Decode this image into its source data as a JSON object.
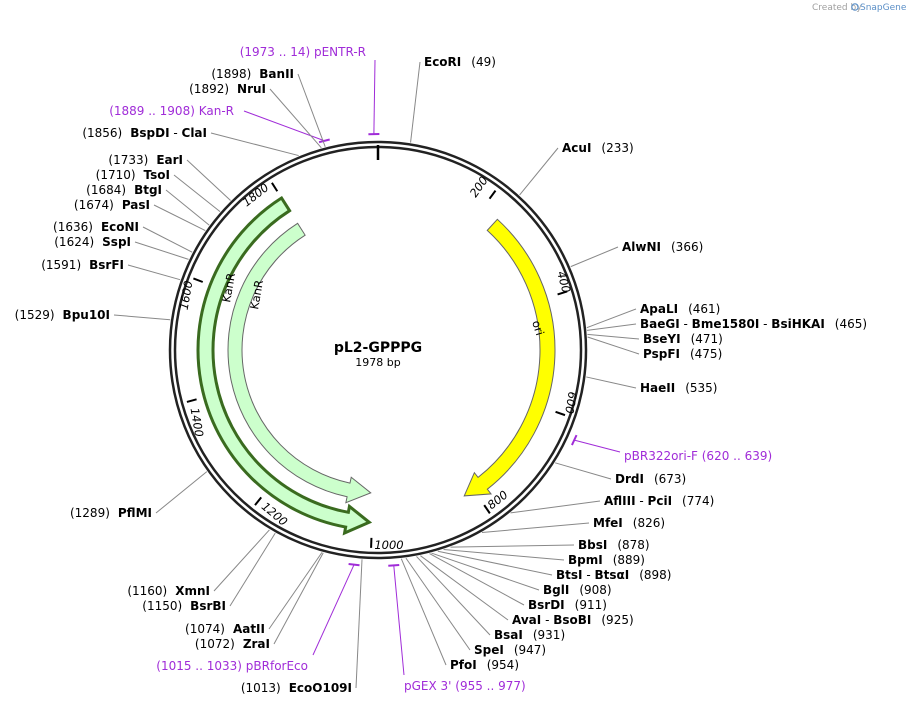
{
  "plasmid": {
    "name": "pL2-GPPPG",
    "length_label": "1978 bp"
  },
  "credit": {
    "prefix": "Created by",
    "brand": "SnapGene"
  },
  "backbone": {
    "total_bp": 1978,
    "tick_labels": [
      "200",
      "400",
      "600",
      "800",
      "1000",
      "1200",
      "1400",
      "1600",
      "1800"
    ]
  },
  "features": [
    {
      "label": "ori",
      "start": 233,
      "end": 821,
      "color": "#ffff00"
    },
    {
      "label": "KanR",
      "start": 1005,
      "end": 1800,
      "color": "#ccffcc",
      "selected": true
    },
    {
      "label": "KanR",
      "start": 1005,
      "end": 1800,
      "color": "#ccffcc"
    }
  ],
  "enzymes": [
    {
      "name": "EcoRI",
      "pos": "(49)",
      "bp": 49
    },
    {
      "name": "AcuI",
      "pos": "(233)",
      "bp": 233
    },
    {
      "name": "AlwNI",
      "pos": "(366)",
      "bp": 366
    },
    {
      "name": "ApaLI",
      "pos": "(461)",
      "bp": 461
    },
    {
      "name": "BaeGI",
      "extra": [
        "Bme1580I",
        "BsiHKAI"
      ],
      "pos": "(465)",
      "bp": 465
    },
    {
      "name": "BseYI",
      "pos": "(471)",
      "bp": 471
    },
    {
      "name": "PspFI",
      "pos": "(475)",
      "bp": 475
    },
    {
      "name": "HaeII",
      "pos": "(535)",
      "bp": 535
    },
    {
      "name": "DrdI",
      "pos": "(673)",
      "bp": 673
    },
    {
      "name": "AflIII",
      "extra": [
        "PciI"
      ],
      "pos": "(774)",
      "bp": 774
    },
    {
      "name": "MfeI",
      "pos": "(826)",
      "bp": 826
    },
    {
      "name": "BbsI",
      "pos": "(878)",
      "bp": 878
    },
    {
      "name": "BpmI",
      "pos": "(889)",
      "bp": 889
    },
    {
      "name": "BtsI",
      "extra": [
        "BtsαI"
      ],
      "pos": "(898)",
      "bp": 898
    },
    {
      "name": "BglI",
      "pos": "(908)",
      "bp": 908
    },
    {
      "name": "BsrDI",
      "pos": "(911)",
      "bp": 911
    },
    {
      "name": "AvaI",
      "extra": [
        "BsoBI"
      ],
      "pos": "(925)",
      "bp": 925
    },
    {
      "name": "BsaI",
      "pos": "(931)",
      "bp": 931
    },
    {
      "name": "SpeI",
      "pos": "(947)",
      "bp": 947
    },
    {
      "name": "PfoI",
      "pos": "(954)",
      "bp": 954
    },
    {
      "name": "EcoO109I",
      "pos": "(1013)",
      "bp": 1013
    },
    {
      "name": "ZraI",
      "pos": "(1072)",
      "bp": 1072
    },
    {
      "name": "AatII",
      "pos": "(1074)",
      "bp": 1074
    },
    {
      "name": "BsrBI",
      "pos": "(1150)",
      "bp": 1150
    },
    {
      "name": "XmnI",
      "pos": "(1160)",
      "bp": 1160
    },
    {
      "name": "PflMI",
      "pos": "(1289)",
      "bp": 1289
    },
    {
      "name": "Bpu10I",
      "pos": "(1529)",
      "bp": 1529
    },
    {
      "name": "BsrFI",
      "pos": "(1591)",
      "bp": 1591
    },
    {
      "name": "SspI",
      "pos": "(1624)",
      "bp": 1624
    },
    {
      "name": "EcoNI",
      "pos": "(1636)",
      "bp": 1636
    },
    {
      "name": "PasI",
      "pos": "(1674)",
      "bp": 1674
    },
    {
      "name": "BtgI",
      "pos": "(1684)",
      "bp": 1684
    },
    {
      "name": "TsoI",
      "pos": "(1710)",
      "bp": 1710
    },
    {
      "name": "EarI",
      "pos": "(1733)",
      "bp": 1733
    },
    {
      "name": "BspDI",
      "extra": [
        "ClaI"
      ],
      "pos": "(1856)",
      "bp": 1856
    },
    {
      "name": "NruI",
      "pos": "(1892)",
      "bp": 1892
    },
    {
      "name": "BanII",
      "pos": "(1898)",
      "bp": 1898
    }
  ],
  "primers": [
    {
      "name": "pENTR-R",
      "range": "(1973 .. 14)",
      "bp": 1972
    },
    {
      "name": "Kan-R",
      "range": "(1889 .. 1908)",
      "bp": 1899
    },
    {
      "name": "pBR322ori-F",
      "range": "(620 .. 639)",
      "bp": 630
    },
    {
      "name": "pBRforEco",
      "range": "(1015 .. 1033)",
      "bp": 1024
    },
    {
      "name": "pGEX 3'",
      "range": "(955 .. 977)",
      "bp": 966
    }
  ]
}
